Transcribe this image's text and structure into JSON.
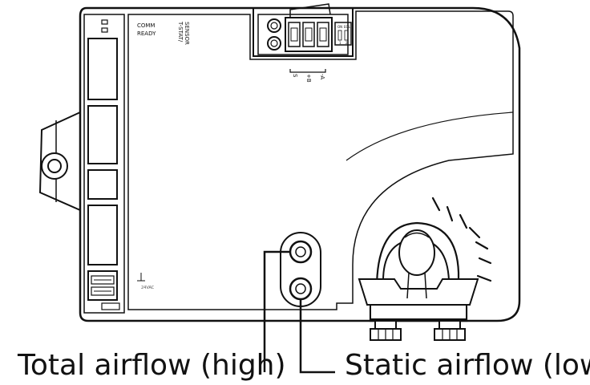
{
  "diagram": {
    "status_labels": {
      "comm": "COMM",
      "ready": "READY"
    },
    "port_label_line1": "T-STAT/",
    "port_label_line2": "SENSOR",
    "terminal_labels": [
      "S",
      "+B",
      "-A"
    ],
    "dip_labels": {
      "on": "ON",
      "eol": "EOL",
      "one": "1",
      "two": "2"
    },
    "power_label": "24VAC",
    "callouts": {
      "total_airflow": "Total airflow (high)",
      "static_airflow": "Static airflow (low)"
    }
  }
}
